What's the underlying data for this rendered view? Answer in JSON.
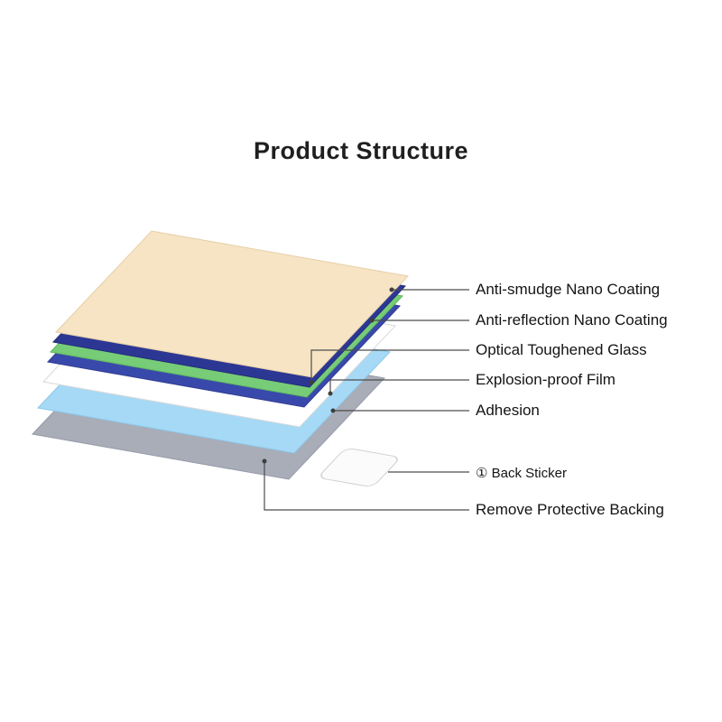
{
  "title": "Product Structure",
  "diagram": {
    "layers": [
      {
        "name": "top glass sheet",
        "color": "#f7e4c4",
        "stroke": "#e6cfa7"
      },
      {
        "name": "navy nano coating",
        "color": "#2c3794",
        "stroke": "#232c7a"
      },
      {
        "name": "green nano coating",
        "color": "#77cc77",
        "stroke": "#5fb75f"
      },
      {
        "name": "blue coating",
        "color": "#3949ab",
        "stroke": "#2f3d92"
      },
      {
        "name": "white explosion-proof film",
        "color": "#ffffff",
        "stroke": "#d9d9d9"
      },
      {
        "name": "light blue adhesion layer",
        "color": "#a6d9f5",
        "stroke": "#8cc8ec"
      },
      {
        "name": "gray protective backing",
        "color": "#a8adb8",
        "stroke": "#969baa"
      }
    ],
    "sticker": {
      "name": "back sticker",
      "color": "#fbfbfb",
      "stroke": "#cfcfcf"
    }
  },
  "labels": [
    {
      "text": "Anti-smudge Nano Coating"
    },
    {
      "text": "Anti-reflection Nano Coating"
    },
    {
      "text": "Optical Toughened Glass"
    },
    {
      "text": "Explosion-proof Film"
    },
    {
      "text": "Adhesion"
    },
    {
      "text": "① Back Sticker"
    },
    {
      "text": "Remove Protective Backing"
    }
  ]
}
